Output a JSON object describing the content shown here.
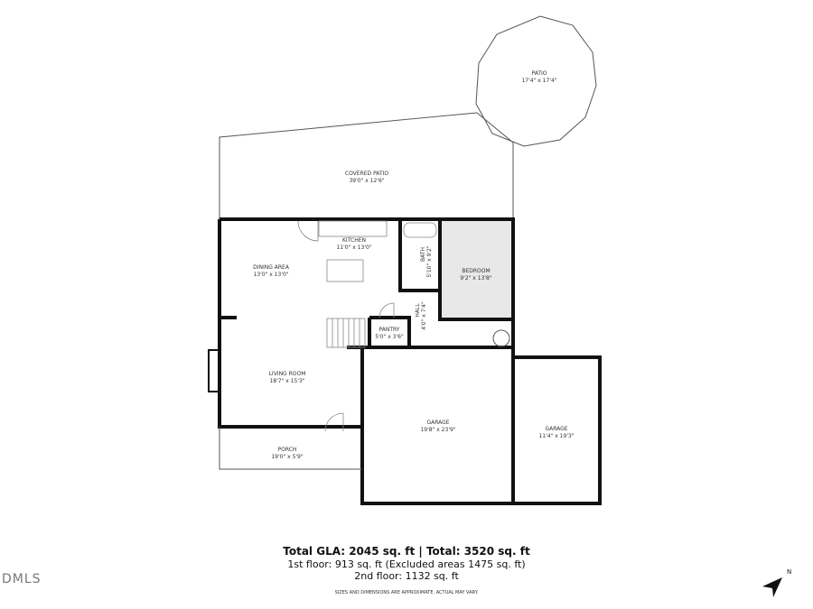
{
  "rooms": [
    {
      "name": "PATIO",
      "dims": "17'4\" x 17'4\""
    },
    {
      "name": "COVERED PATIO",
      "dims": "39'0\" x 12'6\""
    },
    {
      "name": "KITCHEN",
      "dims": "11'0\" x 13'0\""
    },
    {
      "name": "DINING AREA",
      "dims": "13'0\" x 13'0\""
    },
    {
      "name": "BATH",
      "dims": "5'10\" x 9'2\""
    },
    {
      "name": "BEDROOM",
      "dims": "9'2\" x 13'8\""
    },
    {
      "name": "PANTRY",
      "dims": "5'0\" x 3'6\""
    },
    {
      "name": "HALL",
      "dims": "4'0\" x 7'4\""
    },
    {
      "name": "LIVING ROOM",
      "dims": "18'7\" x 15'3\""
    },
    {
      "name": "GARAGE",
      "dims": "19'8\" x 23'9\""
    },
    {
      "name": "GARAGE",
      "dims": "11'4\" x 19'3\""
    },
    {
      "name": "PORCH",
      "dims": "19'0\" x 5'9\""
    }
  ],
  "summary": {
    "total": "Total GLA: 2045 sq. ft | Total: 3520 sq. ft",
    "first_floor": "1st floor: 913 sq. ft (Excluded areas 1475 sq. ft)",
    "second_floor": "2nd floor: 1132 sq. ft",
    "disclaimer": "SIZES AND DIMENSIONS ARE APPROXIMATE. ACTUAL MAY VARY."
  },
  "logo": "DMLS",
  "compass": "N",
  "colors": {
    "bedroom_fill": "#e8e8e8",
    "wall": "#111111"
  }
}
